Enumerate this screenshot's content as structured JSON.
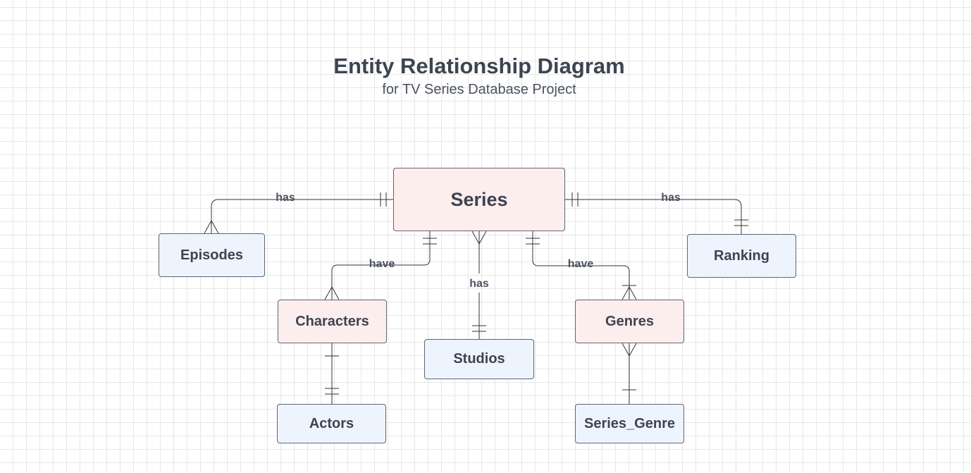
{
  "title": "Entity Relationship Diagram",
  "subtitle": "for TV Series Database Project",
  "entities": {
    "series": "Series",
    "episodes": "Episodes",
    "ranking": "Ranking",
    "characters": "Characters",
    "studios": "Studios",
    "genres": "Genres",
    "actors": "Actors",
    "series_genre": "Series_Genre"
  },
  "relationships": {
    "series_episodes": "has",
    "series_ranking": "has",
    "series_characters": "have",
    "series_studios": "has",
    "series_genres": "have"
  },
  "colors": {
    "primary_entity_fill": "#fdeeee",
    "secondary_entity_fill": "#eef4fd",
    "line": "#333333"
  }
}
